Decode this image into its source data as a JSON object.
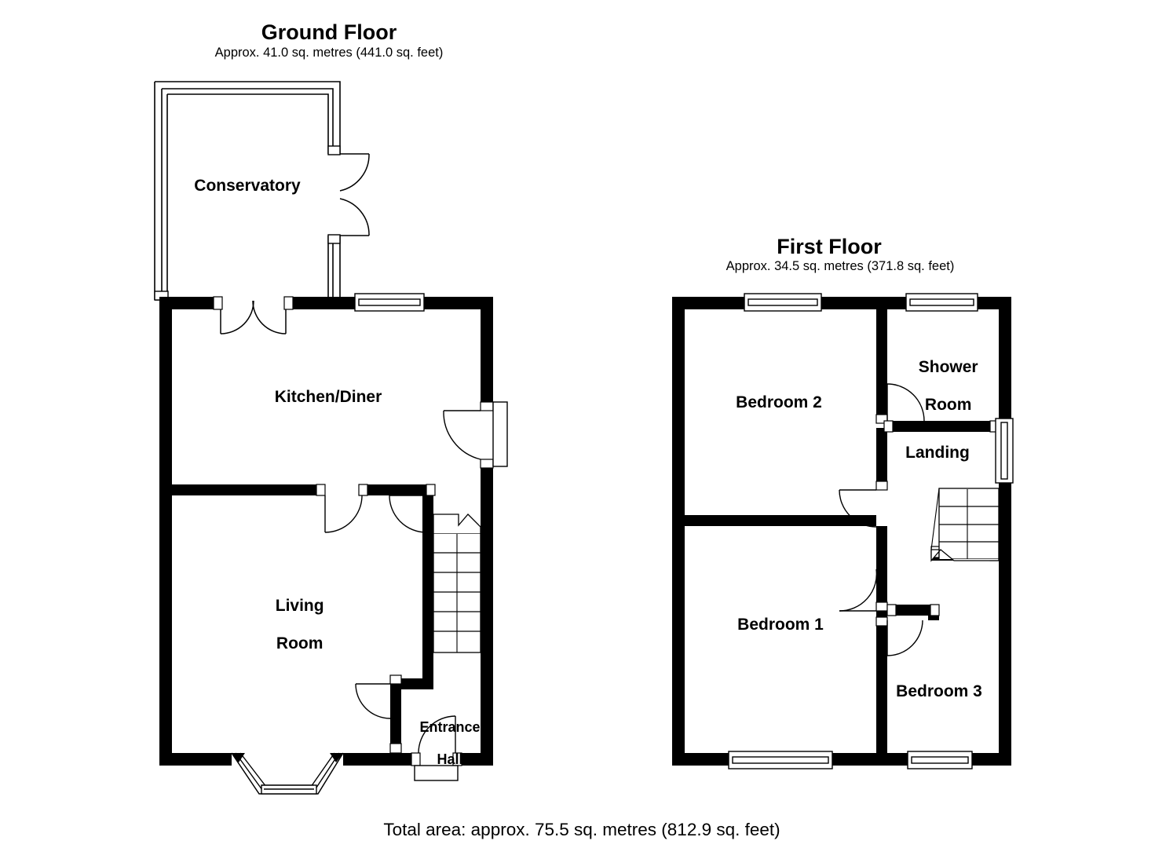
{
  "document": {
    "type": "floor-plan",
    "background_color": "#ffffff",
    "line_color": "#000000",
    "wall_fill": "#000000"
  },
  "ground_floor": {
    "title": "Ground Floor",
    "subtitle": "Approx. 41.0 sq. metres (441.0 sq. feet)",
    "rooms": [
      {
        "name": "Conservatory",
        "label": "Conservatory"
      },
      {
        "name": "Kitchen/Diner",
        "label": "Kitchen/Diner"
      },
      {
        "name": "Living Room",
        "label_line1": "Living",
        "label_line2": "Room"
      },
      {
        "name": "Entrance Hall",
        "label_line1": "Entrance",
        "label_line2": "Hall"
      }
    ]
  },
  "first_floor": {
    "title": "First Floor",
    "subtitle": "Approx. 34.5 sq. metres (371.8 sq. feet)",
    "rooms": [
      {
        "name": "Bedroom 2",
        "label": "Bedroom 2"
      },
      {
        "name": "Shower Room",
        "label_line1": "Shower",
        "label_line2": "Room"
      },
      {
        "name": "Landing",
        "label": "Landing"
      },
      {
        "name": "Bedroom 1",
        "label": "Bedroom 1"
      },
      {
        "name": "Bedroom 3",
        "label": "Bedroom 3"
      }
    ]
  },
  "footer": {
    "total_area": "Total area: approx. 75.5 sq. metres (812.9 sq. feet)"
  }
}
